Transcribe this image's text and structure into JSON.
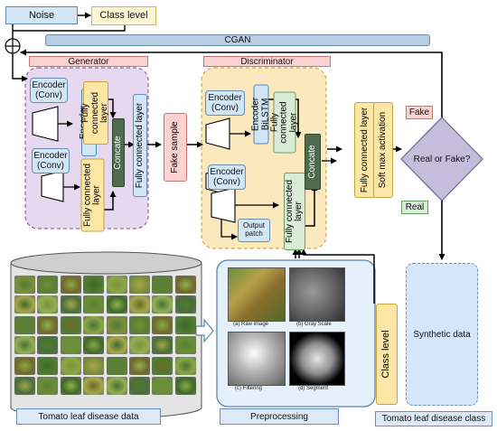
{
  "top": {
    "noise": "Noise",
    "class_level": "Class level",
    "cgan": "CGAN"
  },
  "generator": {
    "title": "Generator",
    "enc1": "Encoder (Conv)",
    "bilstm": "Encoder BiLSTM",
    "fc1": "Fully connected layer",
    "enc2": "Encoder (Conv)",
    "fc2": "Fully connected layer",
    "concate": "Concate",
    "fc_out": "Fully connected layer"
  },
  "fake_sample": "Fake sample",
  "discriminator": {
    "title": "Discriminator",
    "enc1": "Encoder (Conv)",
    "bilstm": "Encoder BiLSTM",
    "fc1": "Fully connected layer",
    "enc2": "Encoder (Conv)",
    "output_patch": "Output patch",
    "fc2": "Fully connected layer",
    "concate": "Concate"
  },
  "post": {
    "fc": "Fully connected layer",
    "softmax": "Soft max activation"
  },
  "decision": {
    "question": "Real or Fake?",
    "fake": "Fake",
    "real": "Real"
  },
  "dataset_label": "Tomato leaf disease data",
  "preprocessing": {
    "label": "Preprocessing",
    "captions": [
      "(a) Raw image",
      "(b) Gray Scale",
      "(c) Filtering",
      "(d) Segment"
    ]
  },
  "class_level_box": "Class level",
  "synthetic": "Synthetic data",
  "disease_class_label": "Tomato leaf disease class",
  "colors": {
    "generator_bg": "#e6d9ef",
    "discriminator_bg": "#fbe8bd",
    "cgan_bar": "#b9cde1",
    "header_bar": "#fbd2d0",
    "encoder_fill": "#d3e6f5",
    "fc_fill": "#fde7a6",
    "concate_fill": "#4e6b4b",
    "decision_fill": "#c4bedc",
    "synthetic_fill": "#d4e6fa"
  }
}
